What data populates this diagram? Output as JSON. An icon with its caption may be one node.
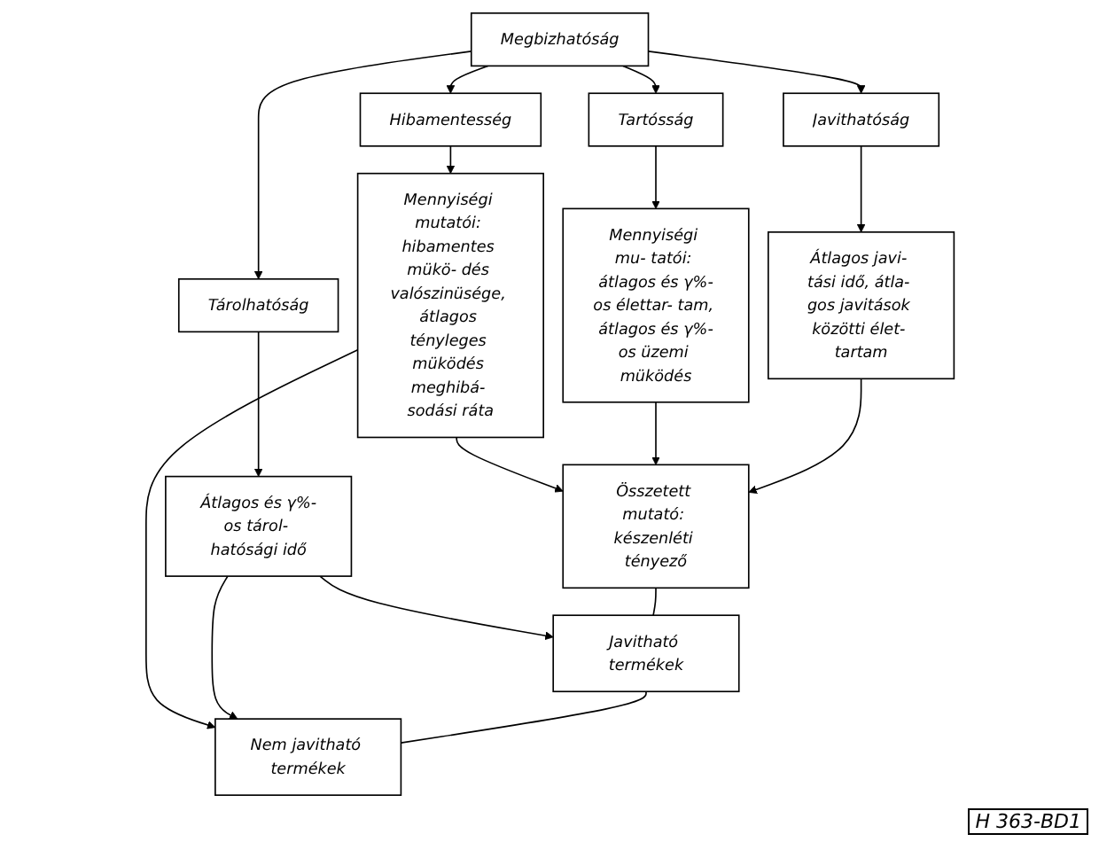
{
  "diagram": {
    "nodes": [
      {
        "text": [
          "Megbizhatóság"
        ]
      },
      {
        "text": [
          "Hibamentesség"
        ]
      },
      {
        "text": [
          "Tartósság"
        ]
      },
      {
        "text": [
          "Javithatóság"
        ]
      },
      {
        "text": [
          "Tárolhatóság"
        ]
      },
      {
        "text": [
          "Mennyiségi mutatói: hibamentes mükö- dés valószinüsége, átlagos tényleges müködés meghibá- sodási ráta"
        ]
      },
      {
        "text": [
          "Mennyiségi mu- tatói: átlagos és γ%-os élettar- tam, átlagos és γ%-os üzemi müködés"
        ]
      },
      {
        "text": [
          "Átlagos javi- tási idő, átla- gos javitások közötti élet- tartam"
        ]
      },
      {
        "text": [
          "Átlagos és γ%-os tárol- hatósági idő"
        ]
      },
      {
        "text": [
          "Összetett mutató: készenléti tényező"
        ]
      },
      {
        "text": [
          "Javitható termékek"
        ]
      },
      {
        "text": [
          "Nem javitható termékek"
        ]
      }
    ],
    "edges": [
      {
        "from": 0,
        "to": 1,
        "arrow": "to"
      },
      {
        "from": 0,
        "to": 2,
        "arrow": "to"
      },
      {
        "from": 0,
        "to": 3,
        "arrow": "to"
      },
      {
        "from": 0,
        "to": 4,
        "arrow": "to"
      },
      {
        "from": 1,
        "to": 5,
        "arrow": "to"
      },
      {
        "from": 2,
        "to": 6,
        "arrow": "to"
      },
      {
        "from": 3,
        "to": 7,
        "arrow": "to"
      },
      {
        "from": 4,
        "to": 8,
        "arrow": "to"
      },
      {
        "from": 5,
        "to": 9,
        "arrow": "to"
      },
      {
        "from": 6,
        "to": 9,
        "arrow": "to"
      },
      {
        "from": 7,
        "to": 9,
        "arrow": "to"
      },
      {
        "from": 5,
        "to": 11,
        "arrow": "to"
      },
      {
        "from": 8,
        "to": 10,
        "arrow": "to"
      },
      {
        "from": 8,
        "to": 11,
        "arrow": "to"
      },
      {
        "from": 9,
        "to": 10,
        "arrow": "none"
      },
      {
        "from": 10,
        "to": 11,
        "arrow": "none"
      }
    ],
    "labels": [
      "H 363-BD1"
    ]
  }
}
